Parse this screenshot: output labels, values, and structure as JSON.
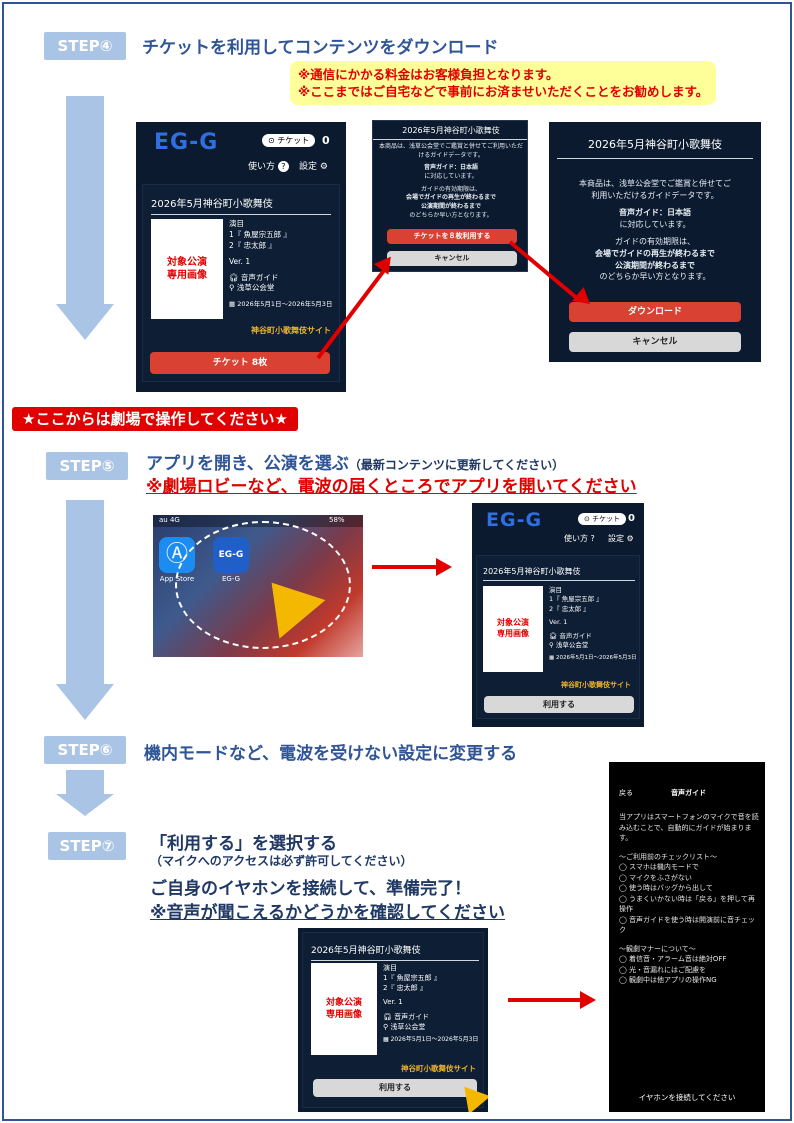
{
  "step4": {
    "badge": "STEP④",
    "title": "チケットを利用してコンテンツをダウンロード",
    "note_line1": "※通信にかかる料金はお客様負担となります。",
    "note_line2": "※ここまではご自宅などで事前にお済ませいただくことをお勧めします。"
  },
  "app": {
    "logo": "EG-G",
    "ticket_label": "チケット",
    "ticket_count": "0",
    "howto": "使い方",
    "settings": "設定",
    "card_title": "2026年5月神谷町小歌舞伎",
    "image_placeholder_line1": "対象公演",
    "image_placeholder_line2": "専用画像",
    "program_heading": "演目",
    "program_1": "1『 魚屋宗五郎 』",
    "program_2": "2『 忠太郎 』",
    "version": "Ver. 1",
    "guide_type": "音声ガイド",
    "venue": "浅草公会堂",
    "dates": "2026年5月1日～2026年5月3日",
    "site_link": "神谷町小歌舞伎サイト",
    "ticket_button": "チケット 8枚",
    "use_button": "利用する"
  },
  "dialog": {
    "title": "2026年5月神谷町小歌舞伎",
    "body1": "本商品は、浅草公会堂でご鑑賞と併せてご利用いただけるガイドデータです。",
    "body2": "音声ガイド：日本語",
    "body3": "に対応しています。",
    "body4": "ガイドの有効期限は、",
    "body5": "会場でガイドの再生が終わるまで",
    "body6": "公演期間が終わるまで",
    "body7": "のどちらか早い方となります。",
    "use_ticket_button": "チケットを８枚利用する",
    "download_button": "ダウンロード",
    "cancel_button": "キャンセル"
  },
  "banner": "★ここからは劇場で操作してください★",
  "step5": {
    "badge": "STEP⑤",
    "title": "アプリを開き、公演を選ぶ",
    "note": "（最新コンテンツに更新してください）",
    "warning": "※劇場ロビーなど、電波の届くところでアプリを開いてください",
    "status_carrier": "au  4G",
    "status_battery": "58%",
    "appstore_label": "App Store",
    "egg_label": "EG-G"
  },
  "step6": {
    "badge": "STEP⑥",
    "title": "機内モードなど、電波を受けない設定に変更する"
  },
  "step7": {
    "badge": "STEP⑦",
    "title": "「利用する」を選択する",
    "note": "（マイクへのアクセスは必ず許可してください）",
    "line2": "ご自身のイヤホンを接続して、準備完了！",
    "line3": "※音声が聞こえるかどうかを確認してください"
  },
  "guide": {
    "back": "戻る",
    "title": "音声ガイド",
    "intro": "当アプリはスマートフォンのマイクで音を読み込むことで、自動的にガイドが始まります。",
    "check_heading": "～ご利用前のチェックリスト～",
    "check_items": [
      "◯ スマホは機内モードで",
      "◯ マイクをふさがない",
      "◯ 使う時はバッグから出して",
      "◯ うまくいかない時は「戻る」を押して再操作",
      "◯ 音声ガイドを使う時は開演前に音チェック"
    ],
    "manner_heading": "～観劇マナーについて～",
    "manner_items": [
      "◯ 着信音・アラーム音は絶対OFF",
      "◯ 光・音漏れにはご配慮を",
      "◯ 観劇中は他アプリの操作NG"
    ],
    "footer": "イヤホンを接続してください"
  },
  "colors": {
    "accent_blue": "#2f5597",
    "badge_blue": "#a9c4e4",
    "warning_red": "#e00000",
    "app_bg": "#0b1a2e",
    "button_red": "#d94133",
    "gold_link": "#f0b429"
  }
}
